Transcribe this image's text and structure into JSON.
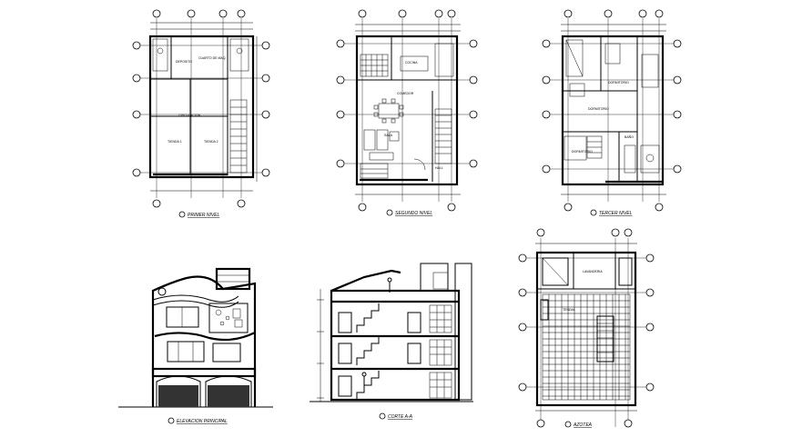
{
  "drawing": {
    "background": "#ffffff",
    "line_color": "#000000",
    "plans": [
      {
        "id": "first",
        "title": "PRIMER NIVEL",
        "rooms": [
          "DEPOSITO",
          "CUARTO DE MAQ.",
          "CIRCULACION",
          "TIENDA 1",
          "TIENDA 2"
        ]
      },
      {
        "id": "second",
        "title": "SEGUNDO NIVEL",
        "rooms": [
          "COCINA",
          "COMEDOR",
          "SALA",
          "HALL"
        ]
      },
      {
        "id": "third",
        "title": "TERCER NIVEL",
        "rooms": [
          "DORMITORIO",
          "DORMITORIO",
          "DORMITORIO",
          "BAÑO"
        ]
      },
      {
        "id": "roof",
        "title": "AZOTEA",
        "rooms": [
          "LAVANDERIA",
          "TENDAL"
        ]
      }
    ],
    "elevation": {
      "title": "ELEVACION PRINCIPAL"
    },
    "section": {
      "title": "CORTE A-A"
    }
  }
}
